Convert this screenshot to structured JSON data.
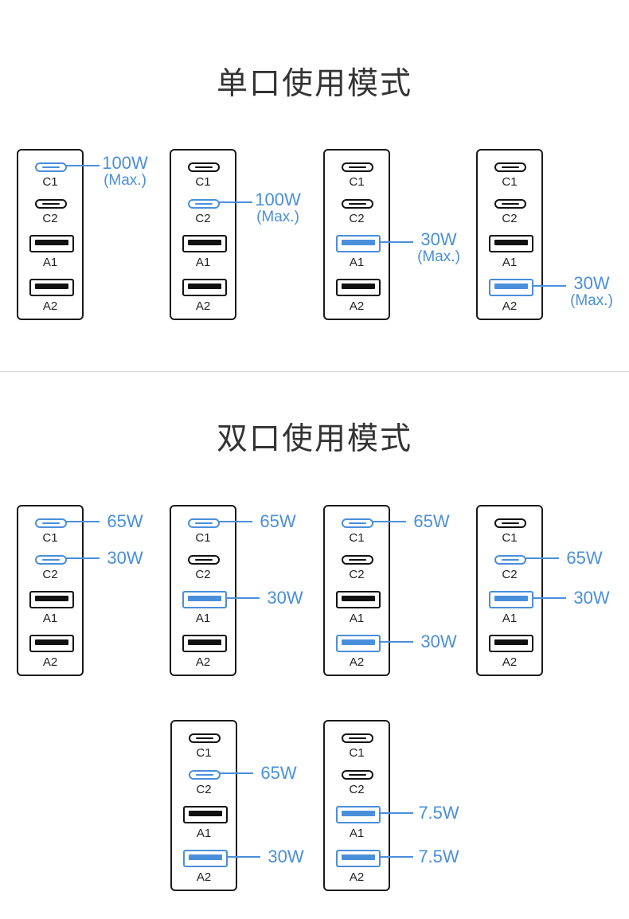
{
  "titles": {
    "single": "单口使用模式",
    "dual": "双口使用模式"
  },
  "port_labels": [
    "C1",
    "C2",
    "A1",
    "A2"
  ],
  "port_types": [
    "c",
    "c",
    "a",
    "a"
  ],
  "accent_color": "#4a8fdb",
  "single_mode": [
    {
      "active": [
        true,
        false,
        false,
        false
      ],
      "outputs": [
        {
          "port": 0,
          "watts": "100W",
          "note": "(Max.)"
        }
      ]
    },
    {
      "active": [
        false,
        true,
        false,
        false
      ],
      "outputs": [
        {
          "port": 1,
          "watts": "100W",
          "note": "(Max.)"
        }
      ]
    },
    {
      "active": [
        false,
        false,
        true,
        false
      ],
      "outputs": [
        {
          "port": 2,
          "watts": "30W",
          "note": "(Max.)"
        }
      ]
    },
    {
      "active": [
        false,
        false,
        false,
        true
      ],
      "outputs": [
        {
          "port": 3,
          "watts": "30W",
          "note": "(Max.)"
        }
      ]
    }
  ],
  "dual_mode": [
    {
      "active": [
        true,
        true,
        false,
        false
      ],
      "outputs": [
        {
          "port": 0,
          "watts": "65W"
        },
        {
          "port": 1,
          "watts": "30W"
        }
      ]
    },
    {
      "active": [
        true,
        false,
        true,
        false
      ],
      "outputs": [
        {
          "port": 0,
          "watts": "65W"
        },
        {
          "port": 2,
          "watts": "30W"
        }
      ]
    },
    {
      "active": [
        true,
        false,
        false,
        true
      ],
      "outputs": [
        {
          "port": 0,
          "watts": "65W"
        },
        {
          "port": 3,
          "watts": "30W"
        }
      ]
    },
    {
      "active": [
        false,
        true,
        true,
        false
      ],
      "outputs": [
        {
          "port": 1,
          "watts": "65W"
        },
        {
          "port": 2,
          "watts": "30W"
        }
      ]
    },
    {
      "active": [
        false,
        true,
        false,
        true
      ],
      "outputs": [
        {
          "port": 1,
          "watts": "65W"
        },
        {
          "port": 3,
          "watts": "30W"
        }
      ]
    },
    {
      "active": [
        false,
        false,
        true,
        true
      ],
      "outputs": [
        {
          "port": 2,
          "watts": "7.5W"
        },
        {
          "port": 3,
          "watts": "7.5W"
        }
      ]
    }
  ]
}
